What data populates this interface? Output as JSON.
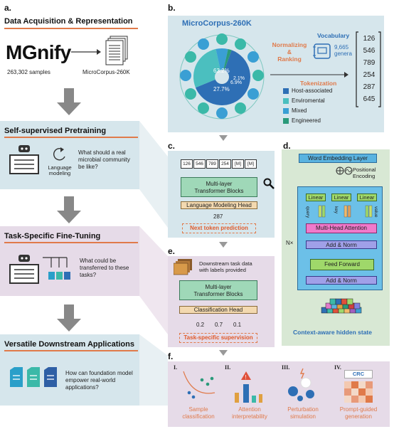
{
  "panel_a": {
    "letter": "a.",
    "sec1_title": "Data Acquisition & Representation",
    "mgnify_logo": "MGnify",
    "samples": "263,302 samples",
    "corpus_label": "MicroCorpus-260K",
    "sec2_title": "Self-supervised Pretraining",
    "lm_label": "Language\nmodeling",
    "q1": "What should a real microbial community be like?",
    "sec3_title": "Task-Specific Fine-Tuning",
    "q2": "What could be transferred to these tasks?",
    "sec4_title": "Versatile Downstream Applications",
    "q3": "How can foundation model empower real-world applications?"
  },
  "panel_b": {
    "letter": "b.",
    "title": "MicroCorpus-260K",
    "pie_labels": [
      "63.2%",
      "27.7%",
      "6.9%",
      "2.1%"
    ],
    "normalizing": "Normalizing\n&\nRanking",
    "vocabulary": "Vocabulary",
    "genera": "9,665\ngenera",
    "tokenization": "Tokenization",
    "vector": [
      "126",
      "546",
      "789",
      "254",
      "287",
      "645"
    ],
    "legend": [
      "Host-associated",
      "Enviromental",
      "Mixed",
      "Engineered"
    ],
    "colors": [
      "#2e6fb5",
      "#4bbfbf",
      "#3a9fd4",
      "#2a9a7a"
    ]
  },
  "panel_c": {
    "letter": "c.",
    "tokens": [
      "126",
      "546",
      "789",
      "254",
      "[M]",
      "[M]"
    ],
    "transformer": "Multi-layer\nTransformer Blocks",
    "lm_head": "Language Modeling Head",
    "output": "287",
    "next_token": "Next token prediction"
  },
  "panel_d": {
    "letter": "d.",
    "word_emb": "Word Embedding Layer",
    "pos_enc": "Positional\nEncoding",
    "linear": "Linear",
    "query": "query",
    "key": "key",
    "value": "value",
    "nx": "N×",
    "mha": "Multi-Head Attention",
    "add_norm": "Add & Norm",
    "ff": "Feed Forward",
    "hidden": "Context-aware hidden state"
  },
  "panel_e": {
    "letter": "e.",
    "downstream": "Downstream task data\nwith labels provided",
    "transformer": "Multi-layer\nTransformer Blocks",
    "cls_head": "Classification Head",
    "outputs": [
      "0.2",
      "0.7",
      "0.1"
    ],
    "supervision": "Task-specific supervision"
  },
  "panel_f": {
    "letter": "f.",
    "items": [
      {
        "num": "I.",
        "label": "Sample\nclassification"
      },
      {
        "num": "II.",
        "label": "Attention\ninterpretability"
      },
      {
        "num": "III.",
        "label": "Perturbation\nsimulation"
      },
      {
        "num": "IV.",
        "label": "Prompt-guided\ngeneration"
      }
    ],
    "crc": "CRC"
  }
}
